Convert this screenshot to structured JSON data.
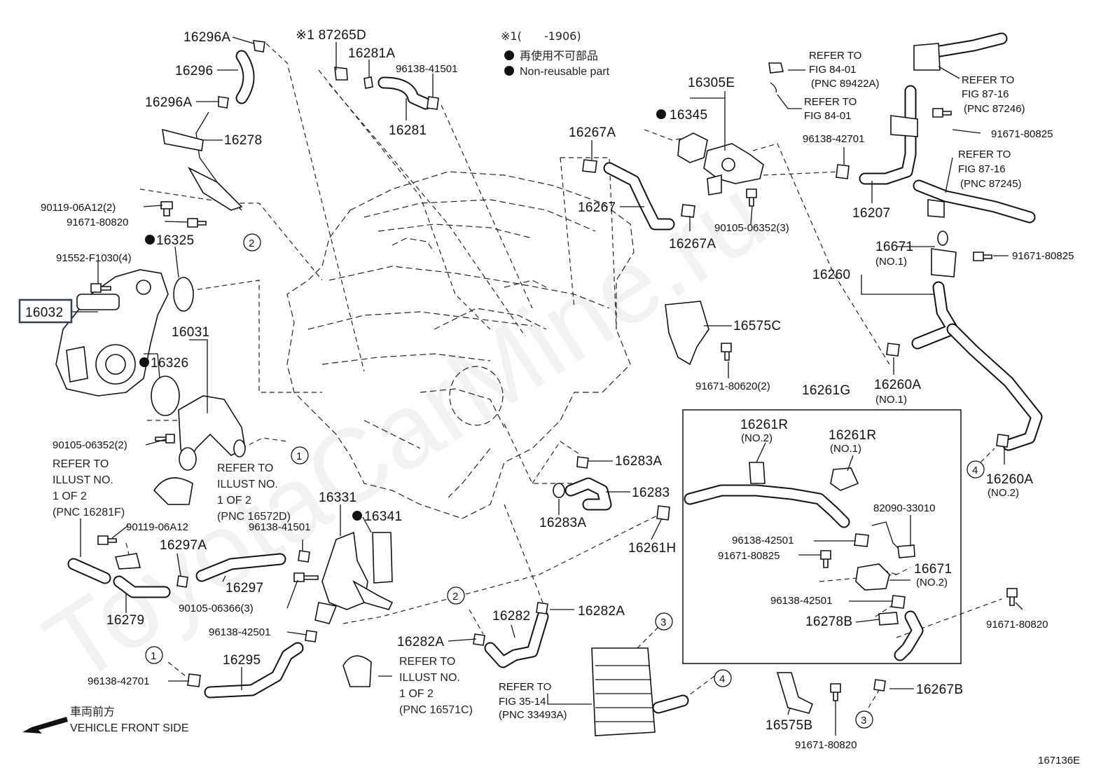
{
  "figure_id": "167136E",
  "watermark": "ToyotaCarMine.ru",
  "highlighted_part": "16032",
  "notes": {
    "symbol_line": "※1(　　-1906)",
    "non_reusable_jp": "再使用不可部品",
    "non_reusable_en": "Non-reusable part",
    "front_jp": "車両前方",
    "front_en": "VEHICLE FRONT SIDE"
  },
  "part_labels": {
    "p16296A_top": "16296A",
    "p16296": "16296",
    "p16296A_bot": "16296A",
    "p87265D": "※1 87265D",
    "p16281A": "16281A",
    "p96138_41501_top": "96138-41501",
    "p16281": "16281",
    "p16278": "16278",
    "p90119_06A12_2": "90119-06A12(2)",
    "p91671_80820_left": "91671-80820",
    "p16325": "16325",
    "p91552_F1030": "91552-F1030(4)",
    "p16032": "16032",
    "p16031": "16031",
    "p16326": "16326",
    "p90105_06352_2": "90105-06352(2)",
    "p90119_06A12": "90119-06A12",
    "p16297A": "16297A",
    "p16297": "16297",
    "p16279": "16279",
    "p16331": "16331",
    "p16341": "16341",
    "p96138_41501_mid": "96138-41501",
    "p90105_06366_3": "90105-06366(3)",
    "p96138_42501_left": "96138-42501",
    "p16295": "16295",
    "p96138_42701_left": "96138-42701",
    "p16282A_left": "16282A",
    "p16282": "16282",
    "p16282A_right": "16282A",
    "p16283A_top": "16283A",
    "p16283": "16283",
    "p16283A_bot": "16283A",
    "p16261H": "16261H",
    "p16267A_top": "16267A",
    "p16267": "16267",
    "p16267A_bot": "16267A",
    "p16305E": "16305E",
    "p16345": "16345",
    "p90105_06352_3": "90105-06352(3)",
    "p96138_42701_right": "96138-42701",
    "p16207": "16207",
    "p91671_80825_top": "91671-80825",
    "p16671_1": "16671",
    "p91671_80825_mid": "91671-80825",
    "p16260": "16260",
    "p16575C": "16575C",
    "p91671_80620_2": "91671-80620(2)",
    "p16260A_1": "16260A",
    "p16261G": "16261G",
    "p16261R_2": "16261R",
    "p16261R_1": "16261R",
    "p82090_33010": "82090-33010",
    "p96138_42501_box1": "96138-42501",
    "p91671_80825_box": "91671-80825",
    "p16671_2": "16671",
    "p96138_42501_box2": "96138-42501",
    "p16278B": "16278B",
    "p16260A_2": "16260A",
    "p91671_80820_right": "91671-80820",
    "p16267B": "16267B",
    "p16575B": "16575B",
    "p91671_80820_bot": "91671-80820"
  },
  "sub_labels": {
    "no1_16671": "(NO.1)",
    "no2_16671": "(NO.2)",
    "no1_16260A": "(NO.1)",
    "no2_16260A": "(NO.2)",
    "no2_16261R": "(NO.2)",
    "no1_16261R": "(NO.1)"
  },
  "refers": {
    "r84_01a": [
      "REFER TO",
      "FIG 84-01",
      "(PNC 89422A)"
    ],
    "r84_01b": [
      "REFER TO",
      "FIG 84-01"
    ],
    "r87_16a": [
      "REFER TO",
      "FIG 87-16",
      "(PNC 87246)"
    ],
    "r87_16b": [
      "REFER TO",
      "FIG 87-16",
      "(PNC 87245)"
    ],
    "r16281F": [
      "REFER TO",
      "ILLUST NO.",
      "1 OF 2",
      "(PNC 16281F)"
    ],
    "r16572D": [
      "REFER TO",
      "ILLUST NO.",
      "1 OF 2",
      "(PNC 16572D)"
    ],
    "r16571C": [
      "REFER TO",
      "ILLUST NO.",
      "1 OF 2",
      "(PNC 16571C)"
    ],
    "r35_14": [
      "REFER TO",
      "FIG 35-14",
      "(PNC 33493A)"
    ]
  },
  "callouts": {
    "c2a": "2",
    "c1a": "1",
    "c1b": "1",
    "c2b": "2",
    "c3a": "3",
    "c4a": "4",
    "c4b": "4",
    "c3b": "3"
  }
}
